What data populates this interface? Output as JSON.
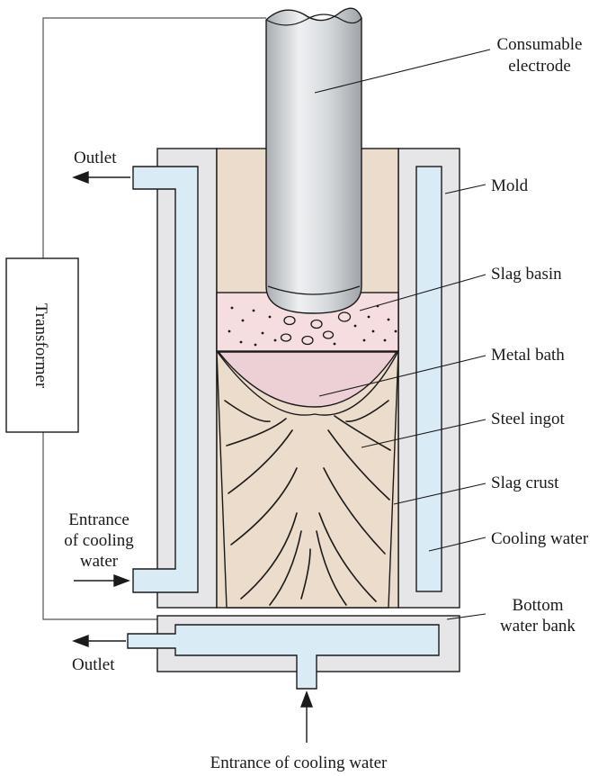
{
  "labels": {
    "consumable_electrode_line1": "Consumable",
    "consumable_electrode_line2": "electrode",
    "mold": "Mold",
    "slag_basin": "Slag basin",
    "metal_bath": "Metal bath",
    "steel_ingot": "Steel ingot",
    "slag_crust": "Slag crust",
    "cooling_water": "Cooling water",
    "bottom_water_bank_line1": "Bottom",
    "bottom_water_bank_line2": "water bank",
    "outlet_top": "Outlet",
    "outlet_bottom": "Outlet",
    "entrance_side_line1": "Entrance",
    "entrance_side_line2": "of cooling",
    "entrance_side_line3": "water",
    "entrance_bottom": "Entrance of cooling water",
    "transformer": "Transformer"
  },
  "colors": {
    "outline": "#1a1a1a",
    "mold_wall": "#e6e6e8",
    "cooling_water": "#d9ebf5",
    "flux_tan": "#ecdccb",
    "slag_pink": "#f6dde0",
    "metal_pink": "#edd0d6",
    "electrode_light": "#eceef0",
    "electrode_dark": "#a4a8ad"
  }
}
